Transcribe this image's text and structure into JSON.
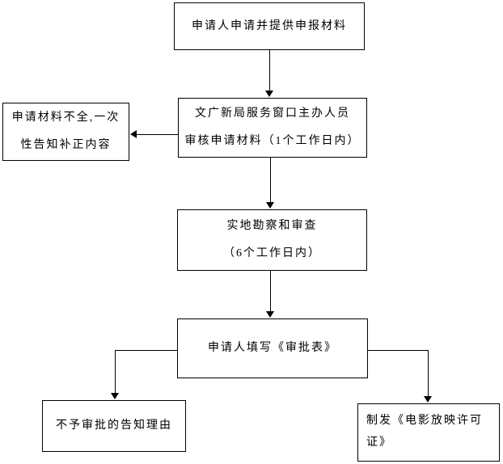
{
  "colors": {
    "background": "#ffffff",
    "line": "#000000",
    "text": "#000000"
  },
  "flowchart": {
    "type": "flowchart",
    "nodes": [
      {
        "id": "applicant-submit",
        "lines": [
          "申请人申请并提供申报材料"
        ]
      },
      {
        "id": "window-review",
        "lines": [
          "文广新局服务窗口主办人员",
          "审核申请材料（1个工作日内）"
        ]
      },
      {
        "id": "incomplete-notice",
        "lines": [
          "申请材料不全,一次",
          "性告知补正内容"
        ]
      },
      {
        "id": "site-inspection",
        "lines": [
          "实地勘察和审查",
          "（6个工作日内）"
        ]
      },
      {
        "id": "fill-approval-form",
        "lines": [
          "申请人填写《审批表》"
        ]
      },
      {
        "id": "rejection-reason",
        "lines": [
          "不予审批的告知理由"
        ]
      },
      {
        "id": "issue-license",
        "lines": [
          "制发《电影放映许可",
          "证》"
        ]
      }
    ]
  }
}
